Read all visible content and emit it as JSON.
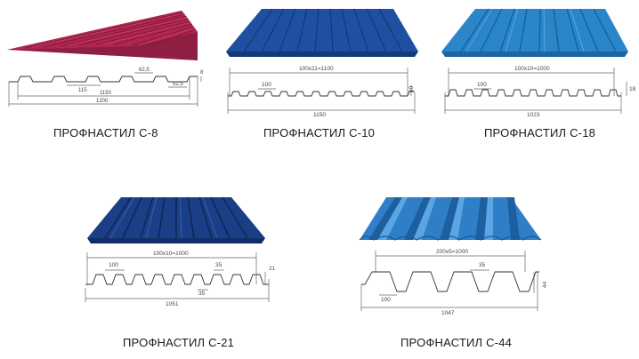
{
  "products": [
    {
      "id": "c8",
      "caption": "ПРОФНАСТИЛ С-8",
      "color": "#b0264f",
      "labels": {
        "rib_top": "62,5",
        "pitch": "115",
        "rib_bottom": "52,5",
        "height": "8",
        "useful_width": "1150",
        "total_width": "1200"
      }
    },
    {
      "id": "c10",
      "caption": "ПРОФНАСТИЛ С-10",
      "color": "#1f4fa0",
      "labels": {
        "useful_formula": "100x11=1100",
        "pitch": "100",
        "height": "10",
        "total_width": "1150"
      }
    },
    {
      "id": "c18",
      "caption": "ПРОФНАСТИЛ С-18",
      "color": "#2a86c9",
      "labels": {
        "useful_formula": "100x10=1000",
        "pitch": "100",
        "height": "18",
        "total_width": "1023"
      }
    },
    {
      "id": "c21",
      "caption": "ПРОФНАСТИЛ С-21",
      "color": "#1b3f87",
      "labels": {
        "useful_formula": "100x10=1000",
        "pitch": "100",
        "rib_top": "35",
        "rib_bottom": "35",
        "height": "21",
        "total_width": "1051"
      }
    },
    {
      "id": "c44",
      "caption": "ПРОФНАСТИЛ С-44",
      "color": "#2f7fc8",
      "labels": {
        "useful_formula": "200x5=1000",
        "rib_top": "35",
        "pitch": "100",
        "height": "44",
        "total_width": "1047"
      }
    }
  ]
}
